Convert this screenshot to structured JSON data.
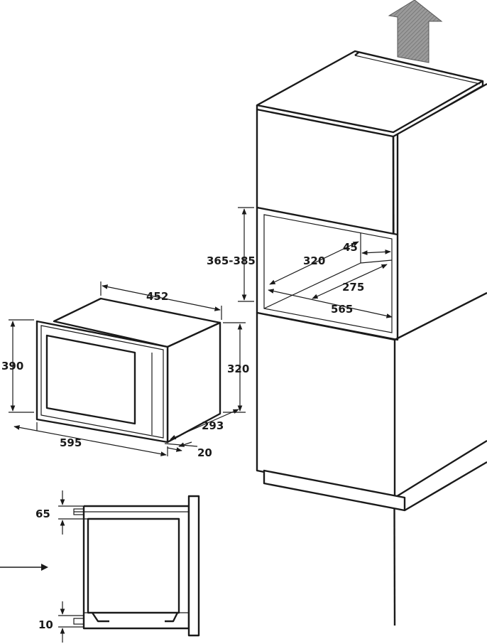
{
  "labels": {
    "cabinet_niche_height": "365-385",
    "cabinet_niche_depth": "320",
    "cabinet_vent_gap": "45",
    "cabinet_opening_depth": "275",
    "cabinet_opening_width": "565",
    "oven_body_width": "452",
    "oven_frame_height": "390",
    "oven_body_height": "320",
    "oven_frame_width": "595",
    "oven_body_depth": "293",
    "oven_frame_thickness": "20",
    "side_top_gap": "65",
    "side_bottom_gap": "10"
  },
  "colors": {
    "line": "#1a1a1a",
    "airflow_arrow": "#8c8c8c",
    "background": "#ffffff"
  },
  "icons": {
    "airflow": "up-arrow-icon",
    "insert_direction": "right-arrow-icon"
  }
}
